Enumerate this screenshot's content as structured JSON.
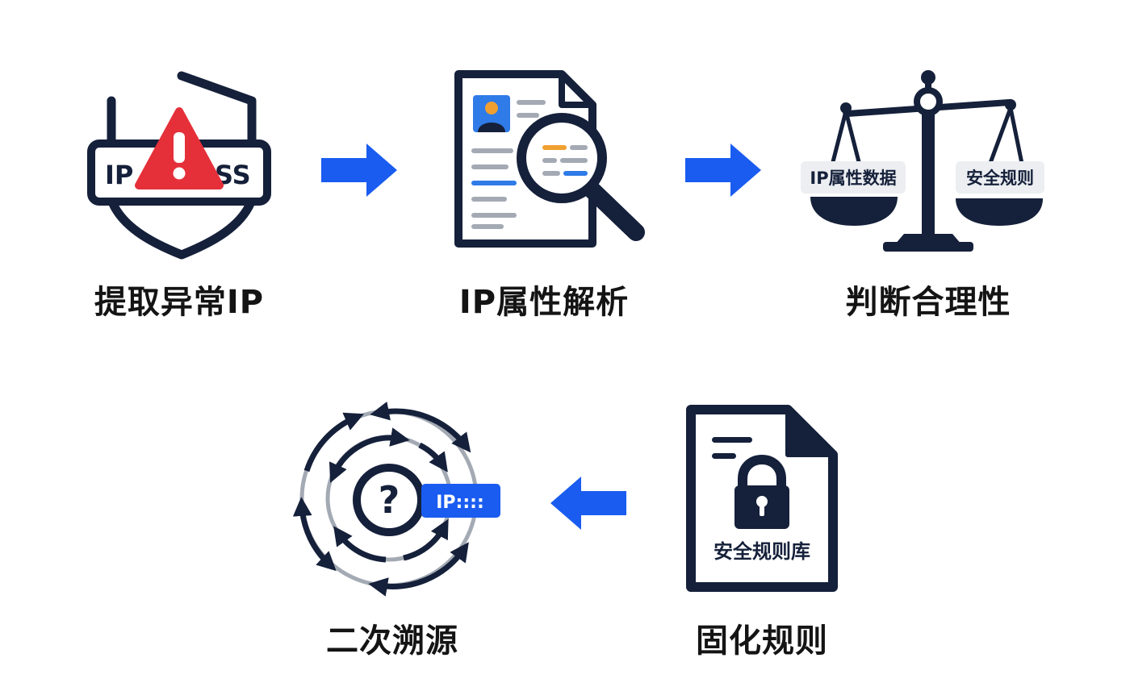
{
  "steps": {
    "extract": {
      "label": "提取异常IP",
      "badge_text": "IP",
      "badge_text_partial": "SS"
    },
    "analyze": {
      "label": "IP属性解析"
    },
    "judge": {
      "label": "判断合理性",
      "left_pan": "IP属性数据",
      "right_pan": "安全规则"
    },
    "solidify": {
      "label": "固化规则",
      "doc_caption": "安全规则库"
    },
    "trace": {
      "label": "二次溯源",
      "ip_tag": "IP::::"
    }
  },
  "icons": {
    "extract": "shield-warning-icon",
    "analyze": "document-magnifier-icon",
    "judge": "balance-scale-icon",
    "solidify": "locked-document-icon",
    "trace": "cyclic-arrows-question-icon"
  },
  "colors": {
    "ink": "#15203a",
    "flow_arrow": "#1a5cf0",
    "warning_red": "#e5303a",
    "accent_blue": "#2f7be8",
    "accent_orange": "#f0a030",
    "line_gray": "#a4aab4",
    "pan_label_bg": "#eceef1"
  }
}
